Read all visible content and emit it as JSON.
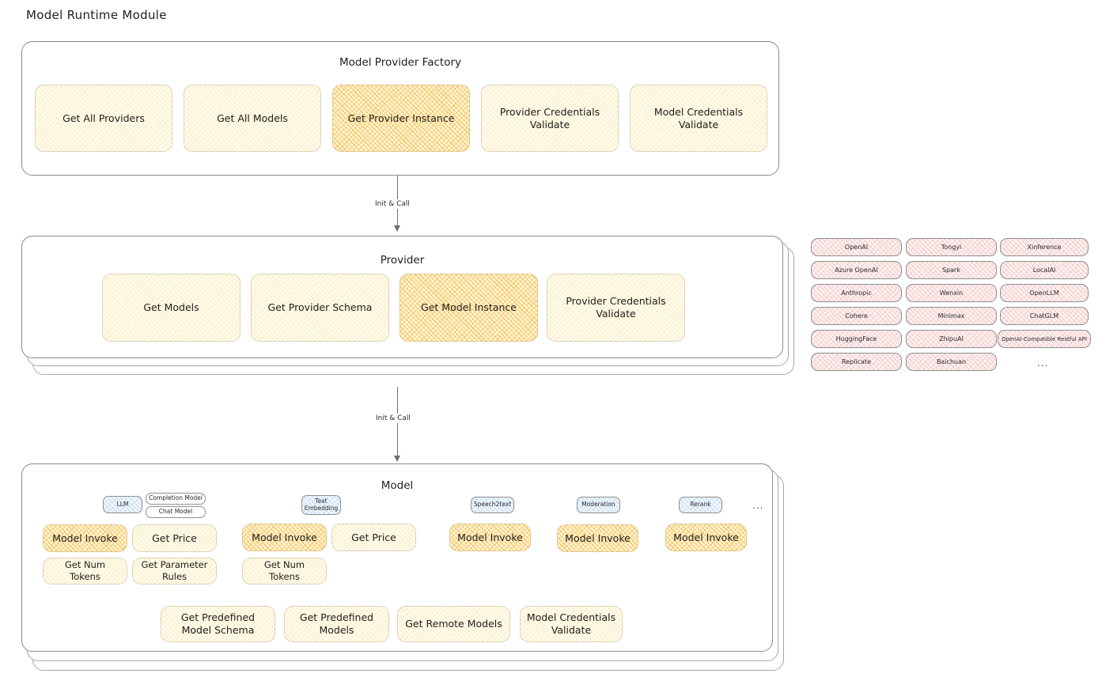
{
  "page": {
    "title": "Model Runtime Module"
  },
  "factory": {
    "title": "Model Provider Factory",
    "nodes": [
      {
        "label": "Get All Providers",
        "highlight": false
      },
      {
        "label": "Get All Models",
        "highlight": false
      },
      {
        "label": "Get Provider Instance",
        "highlight": true
      },
      {
        "label": "Provider Credentials Validate",
        "highlight": false
      },
      {
        "label": "Model Credentials Validate",
        "highlight": false
      }
    ]
  },
  "connector1": {
    "label": "Init & Call"
  },
  "provider": {
    "title": "Provider",
    "nodes": [
      {
        "label": "Get Models",
        "highlight": false
      },
      {
        "label": "Get Provider Schema",
        "highlight": false
      },
      {
        "label": "Get Model Instance",
        "highlight": true
      },
      {
        "label": "Provider Credentials Validate",
        "highlight": false
      }
    ]
  },
  "connector2": {
    "label": "Init & Call"
  },
  "provider_list": {
    "columns": [
      {
        "items": [
          "OpenAI",
          "Azure OpenAI",
          "Anthropic",
          "Cohere",
          "HuggingFace",
          "Replicate"
        ]
      },
      {
        "items": [
          "Tongyi",
          "Spark",
          "Wenxin",
          "Minimax",
          "ZhipuAI",
          "Baichuan"
        ]
      },
      {
        "items": [
          "Xinference",
          "LocalAI",
          "OpenLLM",
          "ChatGLM",
          "OpenAI-Compatible Restful API"
        ]
      }
    ],
    "more": "..."
  },
  "model": {
    "title": "Model",
    "more": "...",
    "types": [
      {
        "badge": "LLM",
        "sub_badges": [
          "Completion Model",
          "Chat Model"
        ],
        "nodes": [
          {
            "label": "Model Invoke",
            "highlight": true
          },
          {
            "label": "Get Price",
            "highlight": false
          },
          {
            "label": "Get Num Tokens",
            "highlight": false
          },
          {
            "label": "Get Parameter Rules",
            "highlight": false
          }
        ]
      },
      {
        "badge": "Text Embedding",
        "sub_badges": [],
        "nodes": [
          {
            "label": "Model Invoke",
            "highlight": true
          },
          {
            "label": "Get Price",
            "highlight": false
          },
          {
            "label": "Get Num Tokens",
            "highlight": false
          }
        ]
      },
      {
        "badge": "Speech2text",
        "sub_badges": [],
        "nodes": [
          {
            "label": "Model Invoke",
            "highlight": true
          }
        ]
      },
      {
        "badge": "Moderation",
        "sub_badges": [],
        "nodes": [
          {
            "label": "Model Invoke",
            "highlight": true
          }
        ]
      },
      {
        "badge": "Rerank",
        "sub_badges": [],
        "nodes": [
          {
            "label": "Model Invoke",
            "highlight": true
          }
        ]
      }
    ],
    "common_nodes": [
      {
        "label": "Get Predefined Model Schema"
      },
      {
        "label": "Get Predefined Models"
      },
      {
        "label": "Get Remote Models"
      },
      {
        "label": "Model Credentials Validate"
      }
    ]
  },
  "colors": {
    "highlight_fill": "#f3b22c",
    "light_fill": "#fffdf2",
    "provider_fill": "#fdf2f2",
    "badge_fill": "#f2f8fe",
    "stroke": "#8a8a8a"
  }
}
